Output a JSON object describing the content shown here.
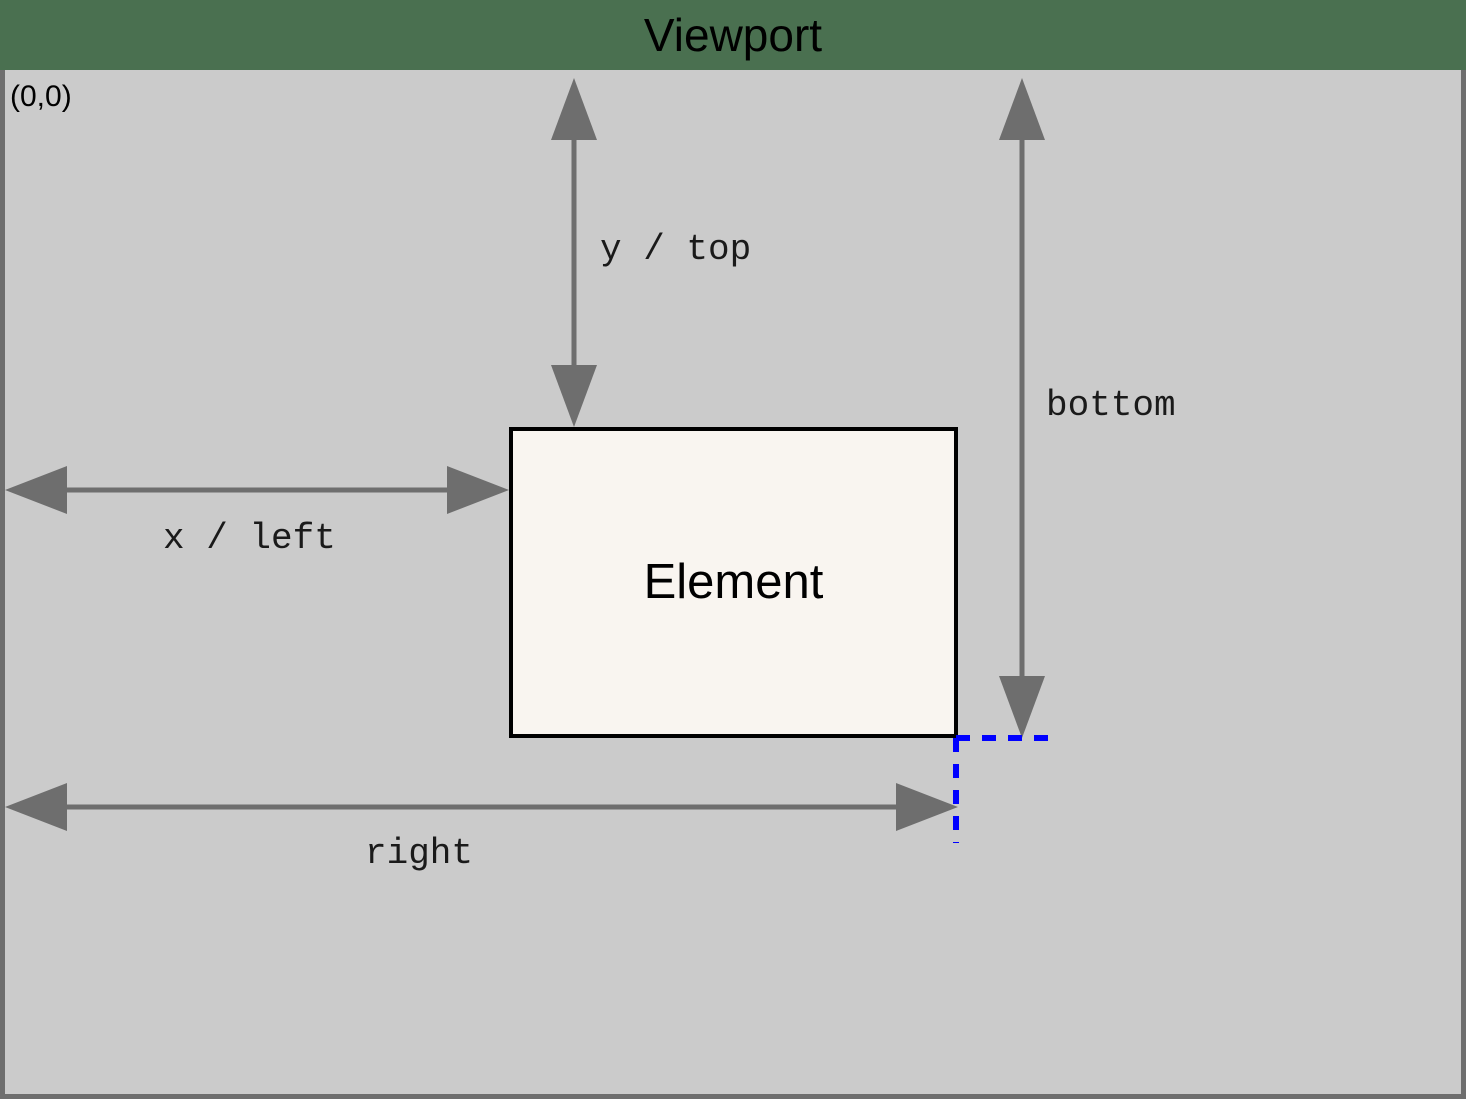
{
  "header": {
    "title": "Viewport",
    "background_color": "#4A7050",
    "title_color": "#000000"
  },
  "viewport": {
    "origin_label": "(0,0)",
    "background_color": "#CBCBCB",
    "border_color": "#6E6E6E"
  },
  "element": {
    "label": "Element",
    "fill_color": "#F9F5F0",
    "border_color": "#000000"
  },
  "measurements": [
    {
      "id": "y-top",
      "label": "y / top",
      "orientation": "vertical",
      "from": "viewport-top",
      "to": "element-top",
      "arrowheads": "both",
      "color": "#6E6E6E"
    },
    {
      "id": "bottom",
      "label": "bottom",
      "orientation": "vertical",
      "from": "viewport-top",
      "to": "element-bottom",
      "arrowheads": "both",
      "color": "#6E6E6E"
    },
    {
      "id": "x-left",
      "label": "x / left",
      "orientation": "horizontal",
      "from": "viewport-left",
      "to": "element-left",
      "arrowheads": "both",
      "color": "#6E6E6E"
    },
    {
      "id": "right",
      "label": "right",
      "orientation": "horizontal",
      "from": "viewport-left",
      "to": "element-right",
      "arrowheads": "both",
      "color": "#6E6E6E"
    }
  ],
  "guides": {
    "color": "#0000FF",
    "style": "dashed",
    "anchor": "element-bottom-right-corner"
  }
}
